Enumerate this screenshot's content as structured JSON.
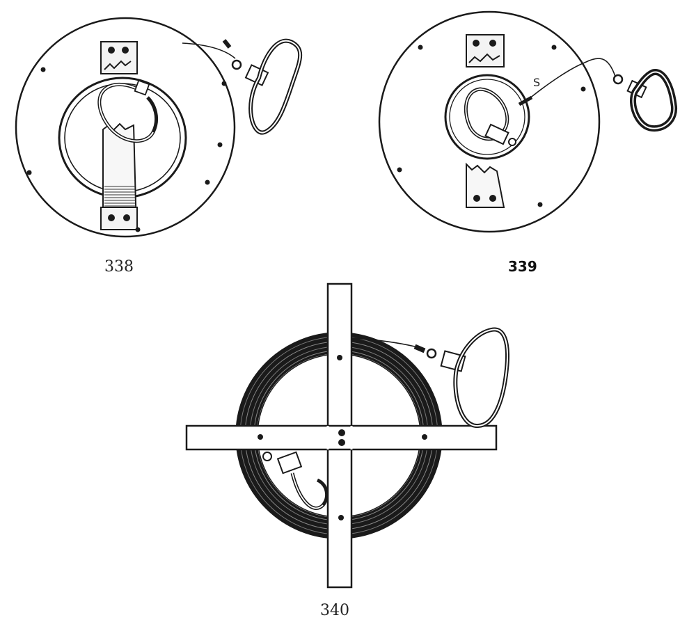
{
  "figures": [
    {
      "number": "338"
    },
    {
      "number": "339",
      "marker": "S"
    },
    {
      "number": "340"
    }
  ]
}
